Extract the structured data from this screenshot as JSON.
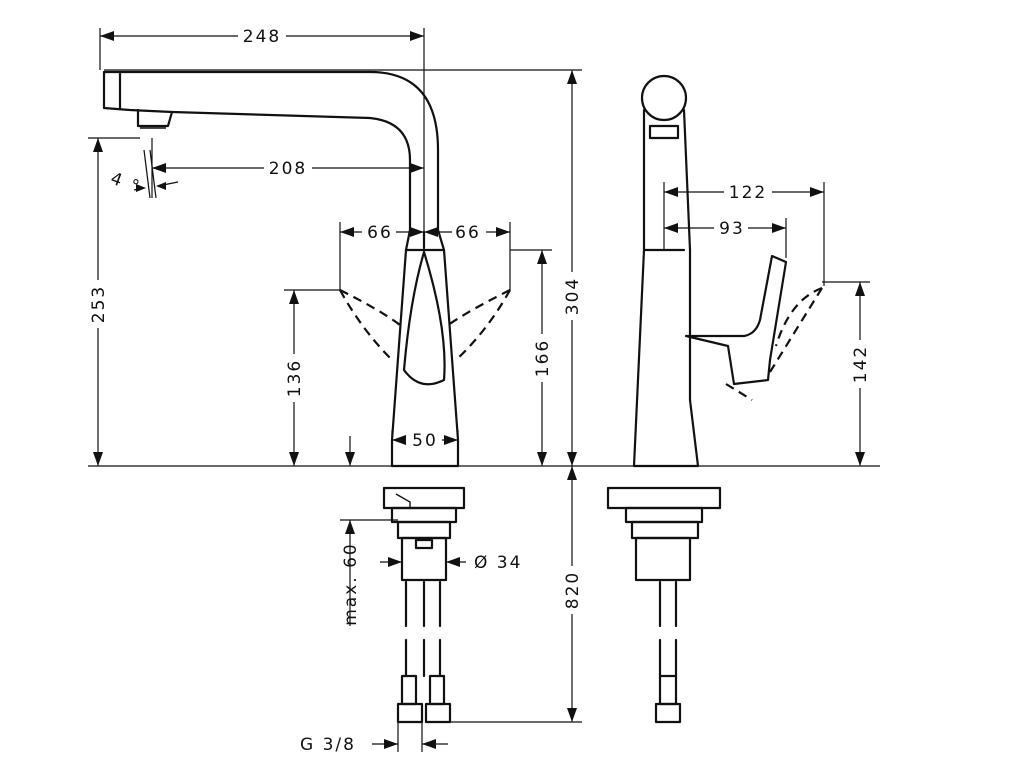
{
  "colors": {
    "ink": "#111111",
    "background": "#ffffff"
  },
  "dimensions": {
    "spout_reach": "248",
    "aerator_reach": "208",
    "spray_angle": "4 °",
    "lever_left": "66",
    "lever_right": "66",
    "height_under_spout": "253",
    "lever_height_left": "136",
    "lever_height_right": "166",
    "total_height": "304",
    "body_width": "50",
    "max_deck": "max. 60",
    "shank_diameter": "Ø 34",
    "hose_length": "820",
    "thread": "G 3/8",
    "side_reach_outer": "122",
    "side_reach_inner": "93",
    "side_lever_height": "142"
  }
}
